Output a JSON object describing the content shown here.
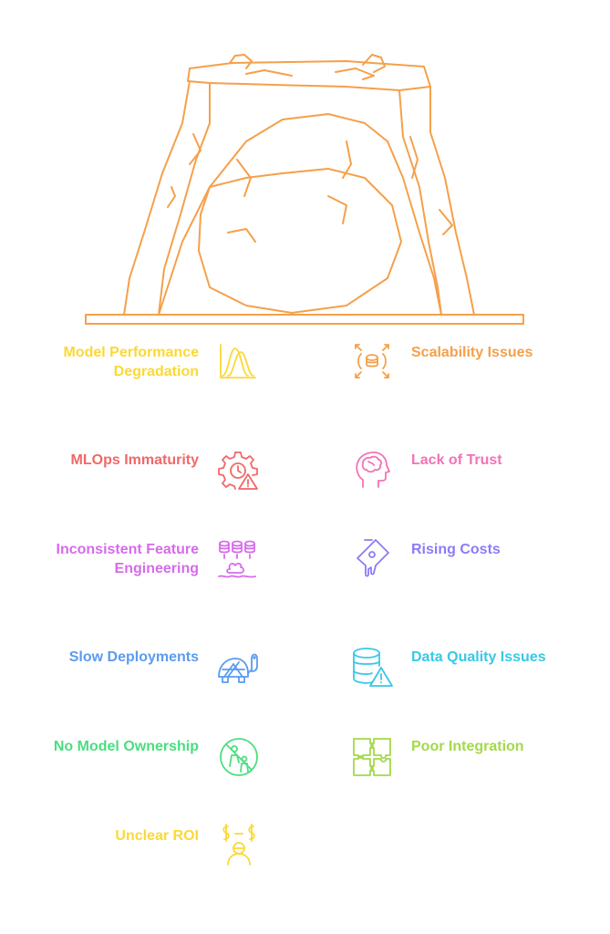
{
  "issues": {
    "model_performance": {
      "label": "Model Performance Degradation",
      "color": "#FCD835",
      "icon": "bell-curve-icon"
    },
    "scalability": {
      "label": "Scalability Issues",
      "color": "#F5A04A",
      "icon": "database-expand-icon"
    },
    "mlops": {
      "label": "MLOps Immaturity",
      "color": "#F06868",
      "icon": "gear-warning-icon"
    },
    "trust": {
      "label": "Lack of Trust",
      "color": "#F472B6",
      "icon": "brain-head-icon"
    },
    "feature_eng": {
      "label": "Inconsistent Feature Engineering",
      "color": "#D66BEB",
      "icon": "data-sources-icon"
    },
    "costs": {
      "label": "Rising Costs",
      "color": "#8B7CF6",
      "icon": "melting-price-tag-icon"
    },
    "deployments": {
      "label": "Slow Deployments",
      "color": "#5B9BF0",
      "icon": "turtle-icon"
    },
    "data_quality": {
      "label": "Data Quality Issues",
      "color": "#38C8E6",
      "icon": "database-warning-icon"
    },
    "ownership": {
      "label": "No Model Ownership",
      "color": "#4ADE80",
      "icon": "no-people-icon"
    },
    "integration": {
      "label": "Poor Integration",
      "color": "#A3D94A",
      "icon": "puzzle-icon"
    },
    "roi": {
      "label": "Unclear ROI",
      "color": "#FCD835",
      "icon": "person-money-icon"
    }
  },
  "cave_color": "#F5A04A"
}
